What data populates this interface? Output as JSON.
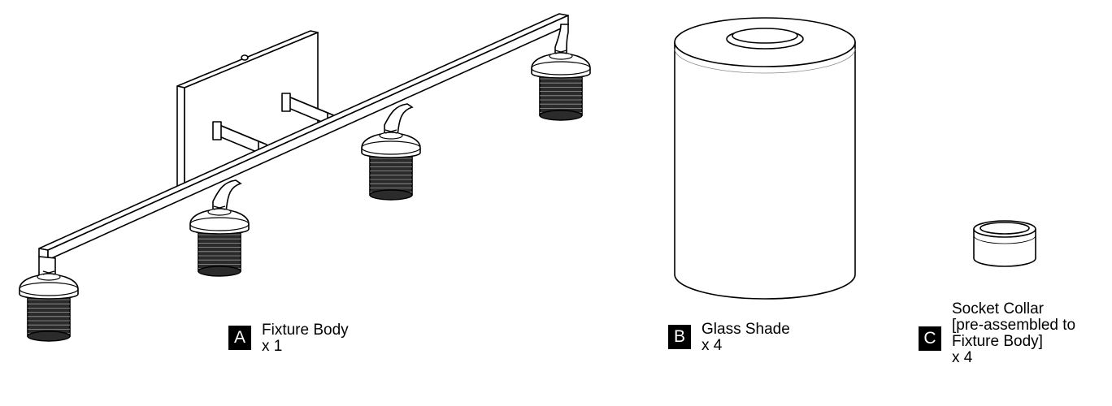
{
  "parts": [
    {
      "letter": "A",
      "name": "Fixture Body",
      "quantity": "x 1"
    },
    {
      "letter": "B",
      "name": "Glass Shade",
      "quantity": "x 4"
    },
    {
      "letter": "C",
      "name_lines": [
        "Socket Collar",
        "[pre-assembled to",
        "Fixture Body]"
      ],
      "quantity": "x 4"
    }
  ],
  "colors": {
    "line": "#000000",
    "fill": "#ffffff",
    "thread": "#2b2b2b"
  }
}
